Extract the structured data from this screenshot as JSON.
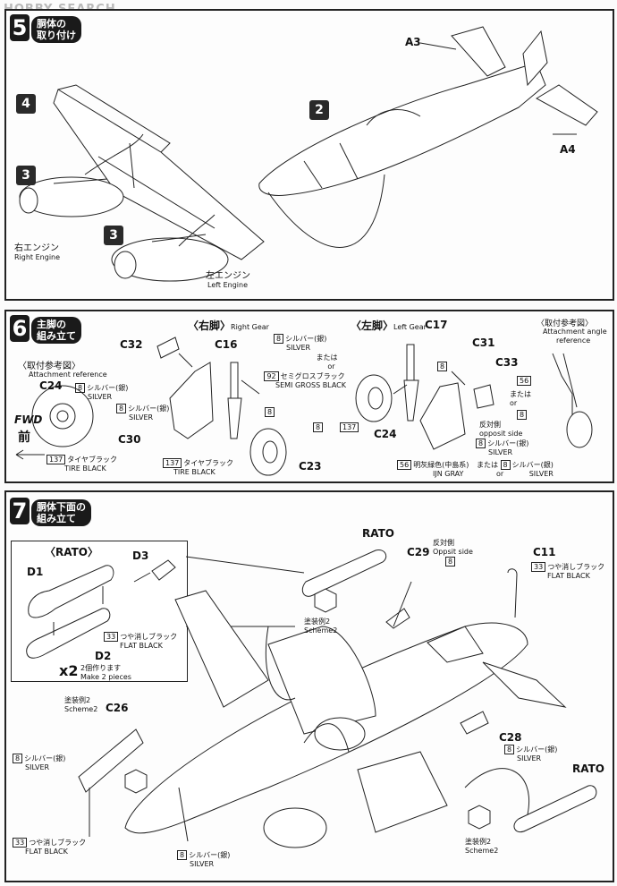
{
  "watermark": "HOBBY SEARCH",
  "step5": {
    "num": "5",
    "title1": "胴体の",
    "title2": "取り付け",
    "badge_wing": "4",
    "badge_eng_r": "3",
    "badge_eng_l": "3",
    "badge_fuselage": "2",
    "a3": "A3",
    "a4": "A4",
    "right_engine_jp": "右エンジン",
    "right_engine_en": "Right Engine",
    "left_engine_jp": "左エンジン",
    "left_engine_en": "Left Engine"
  },
  "step6": {
    "num": "6",
    "title1": "主脚の",
    "title2": "組み立て",
    "right_gear_jp": "〈右脚〉",
    "right_gear_en": "Right Gear",
    "left_gear_jp": "〈左脚〉",
    "left_gear_en": "Left Gear",
    "ref_jp": "〈取付参考図〉",
    "ref_en": "Attachment reference",
    "ref2_jp": "〈取付参考図〉",
    "ref2_en1": "Attachment angle",
    "ref2_en2": "reference",
    "c24a": "C24",
    "c24b": "C24",
    "c32": "C32",
    "c16": "C16",
    "c30": "C30",
    "c23": "C23",
    "c17": "C17",
    "c31": "C31",
    "c33": "C33",
    "silver_jp": "シルバー(銀)",
    "silver_en": "SILVER",
    "tire_jp": "タイヤブラック",
    "tire_en": "TIRE BLACK",
    "semigloss_jp": "セミグロスブラック",
    "semigloss_en": "SEMI GROSS BLACK",
    "or_jp": "または",
    "or_en": "or",
    "ijn_jp": "明灰緑色(中島系)",
    "ijn_en": "IJN GRAY",
    "opp_jp": "反対側",
    "opp_en": "opposit side",
    "fwd": "FWD",
    "fwd_jp": "前",
    "p8": "8",
    "p92": "92",
    "p137": "137",
    "p56": "56"
  },
  "step7": {
    "num": "7",
    "title1": "胴体下面の",
    "title2": "組み立て",
    "rato_box": "〈RATO〉",
    "d1": "D1",
    "d2": "D2",
    "d3": "D3",
    "x2": "x2",
    "make2_jp": "2個作ります",
    "make2_en": "Make 2 pieces",
    "flat_jp": "つや消しブラック",
    "flat_en": "FLAT BLACK",
    "rato1": "RATO",
    "rato2": "RATO",
    "c29": "C29",
    "c11": "C11",
    "c28": "C28",
    "c26": "C26",
    "scheme_jp": "塗装例",
    "scheme_en": "Scheme",
    "opp_jp": "反対側",
    "opp_en": "Oppsit side",
    "silver_jp": "シルバー(銀)",
    "silver_en": "SILVER",
    "p8": "8",
    "p33": "33",
    "n2": "2"
  }
}
